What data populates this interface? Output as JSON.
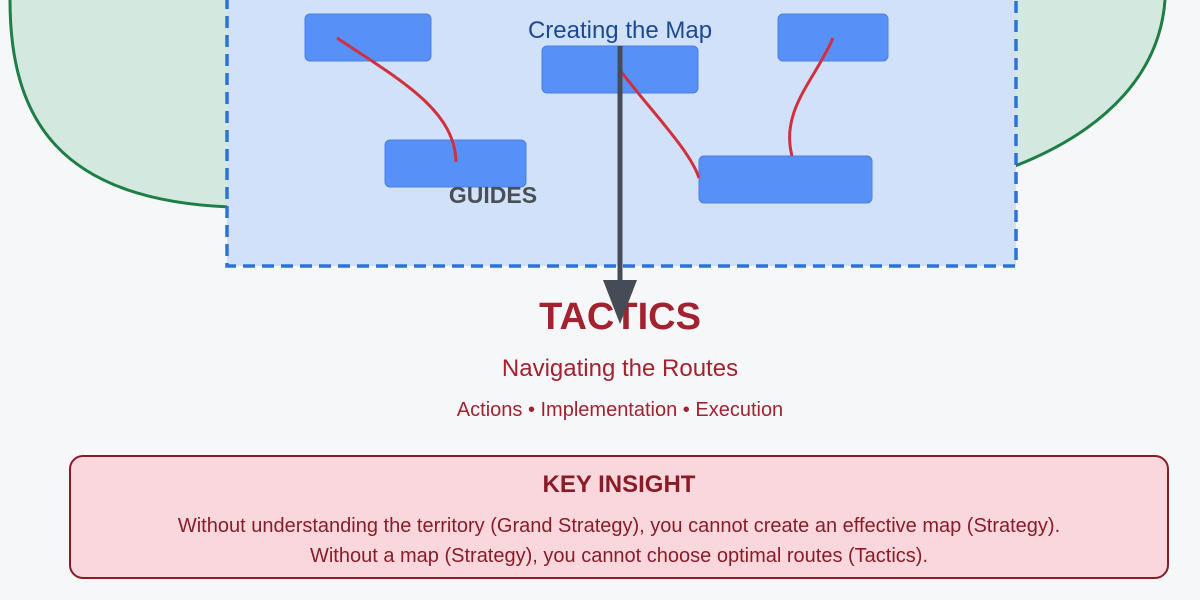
{
  "strategy": {
    "title": "Creating the Map",
    "guides_label": "GUIDES"
  },
  "tactics": {
    "title": "TACTICS",
    "subtitle": "Navigating the Routes",
    "items": "Actions • Implementation • Execution"
  },
  "key_insight": {
    "title": "KEY INSIGHT",
    "line1": "Without understanding the territory (Grand Strategy), you cannot create an effective map (Strategy).",
    "line2": "Without a map (Strategy), you cannot choose optimal routes (Tactics)."
  },
  "colors": {
    "territory_fill": "#d3e9df",
    "territory_stroke": "#1e7e45",
    "map_fill": "#d2e1fa",
    "map_border": "#2d72d9",
    "node_fill": "#5791f8",
    "route_line": "#d1313f",
    "arrow": "#454c55",
    "tactics_text": "#a3222f",
    "insight_fill": "#fad7dc",
    "insight_border": "#8a1c28"
  }
}
